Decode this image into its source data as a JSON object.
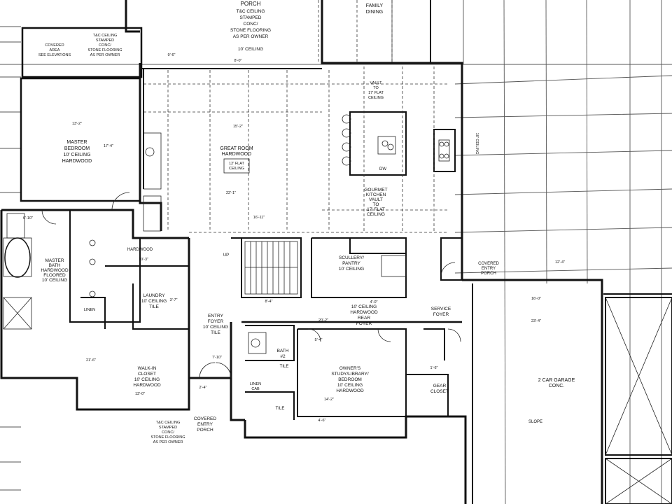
{
  "rooms": {
    "porch": {
      "lines": [
        "T&C CEILING",
        "STAMPED",
        "CONC/",
        "STONE FLOORING",
        "AS PER OWNER",
        "",
        "10' CEILING"
      ]
    },
    "porch_title": "PORCH",
    "family_dining": {
      "lines": [
        "FAMILY",
        "DINING"
      ]
    },
    "covered_area": {
      "lines": [
        "COVERED",
        "AREA",
        "SEE ELEVATIONS"
      ]
    },
    "tc_left": {
      "lines": [
        "T&C CEILING",
        "STAMPED",
        "CONC/",
        "STONE FLOORING",
        "AS PER OWNER"
      ]
    },
    "master_bedroom": {
      "lines": [
        "MASTER",
        "BEDROOM",
        "10' CEILING",
        "HARDWOOD"
      ]
    },
    "great_room": {
      "lines": [
        "GREAT ROOM",
        "HARDWOOD"
      ]
    },
    "flat_ceiling": {
      "lines": [
        "12' FLAT",
        "CEILING"
      ]
    },
    "vault": {
      "lines": [
        "VAULT",
        "TO",
        "17' FLAT",
        "CEILING"
      ]
    },
    "gourmet_kitchen": {
      "lines": [
        "GOURMET",
        "KITCHEN",
        "VAULT",
        "TO",
        "17' FLAT",
        "CEILING"
      ]
    },
    "master_bath": {
      "lines": [
        "MASTER",
        "BATH",
        "HARDWOOD",
        "FLOORED",
        "10' CEILING"
      ]
    },
    "laundry": {
      "lines": [
        "LAUNDRY",
        "10' CEILING",
        "TILE"
      ]
    },
    "hardwood_hall": "HARDWOOD",
    "scullery": {
      "lines": [
        "SCULLERY/",
        "PANTRY",
        "10' CEILING"
      ]
    },
    "covered_entry_porch_right": {
      "lines": [
        "COVERED",
        "ENTRY",
        "PORCH"
      ]
    },
    "entry_foyer": {
      "lines": [
        "ENTRY",
        "FOYER",
        "10' CEILING",
        "TILE"
      ]
    },
    "rear_foyer": {
      "lines": [
        "10' CEILING",
        "HARDWOOD",
        "REAR",
        "FOYER"
      ]
    },
    "service_foyer": {
      "lines": [
        "SERVICE",
        "FOYER"
      ]
    },
    "bath2": {
      "lines": [
        "BATH",
        "#2"
      ]
    },
    "owners_study": {
      "lines": [
        "OWNER'S",
        "STUDY/LIBRARY/",
        "BEDROOM",
        "10' CEILING",
        "HARDWOOD"
      ]
    },
    "walk_in_closet": {
      "lines": [
        "WALK-IN",
        "CLOSET",
        "10' CEILING",
        "HARDWOOD"
      ]
    },
    "gear_closet": {
      "lines": [
        "GEAR",
        "CLOSET"
      ]
    },
    "garage": {
      "lines": [
        "2 CAR GARAGE",
        "CONC."
      ]
    },
    "garage_slope": "SLOPE",
    "covered_entry_porch_bottom": {
      "lines": [
        "T&C CEILING",
        "STAMPED",
        "CONC/",
        "STONE FLOORING",
        "AS PER OWNER"
      ]
    },
    "covered_entry_porch_bottom2": {
      "lines": [
        "COVERED",
        "ENTRY",
        "PORCH"
      ]
    },
    "linen": "LINEN",
    "linen_cab": {
      "lines": [
        "LINEN",
        "CAB"
      ]
    },
    "tile_a": "TILE",
    "tile_b": "TILE",
    "ceiling_10_right": "10' CEILING",
    "dw": "DW",
    "up": "UP"
  },
  "dimensions": [
    "13'-2\"",
    "15'-2\"",
    "17'-4\"",
    "22'-1\"",
    "16'-11\"",
    "10'-3\"",
    "6'-10\"",
    "20'-2\"",
    "14'-2\"",
    "13'-0\"",
    "21'-6\"",
    "23'-4\"",
    "16'-0\"",
    "8'-4\"",
    "5'-4\"",
    "3'-7\"",
    "4'-0\"",
    "2'-4\"",
    "7'-10\"",
    "4'-6\"",
    "9'-6\"",
    "8'-0\"",
    "12'-4\"",
    "1'-6\""
  ]
}
